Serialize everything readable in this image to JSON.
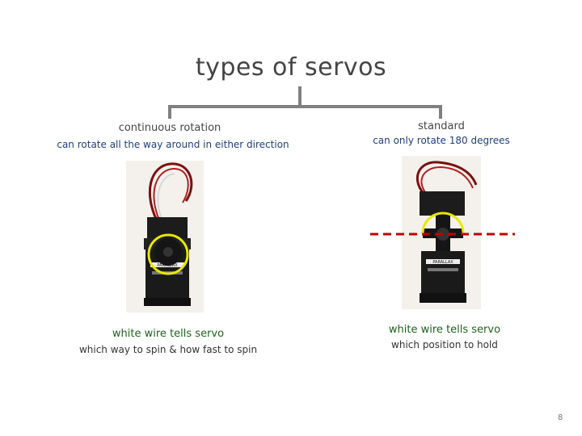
{
  "title": "types of servos",
  "left": {
    "heading": "continuous rotation",
    "subheading": "can rotate all the way around in either direction",
    "caption_main": "white wire tells servo",
    "caption_sub": "which way to spin & how fast to spin",
    "brand": "PARALLAX"
  },
  "right": {
    "heading": "standard",
    "subheading": "can only rotate 180 degrees",
    "caption_main": "white wire tells servo",
    "caption_sub": "which position to hold",
    "brand": "PARALLAX"
  },
  "page_number": "8",
  "colors": {
    "tree": "#808080",
    "subheading": "#1f3f7a",
    "caption_main": "#1f5f1f",
    "highlight_circle": "#e8e800",
    "dashed_line": "#c00000"
  }
}
